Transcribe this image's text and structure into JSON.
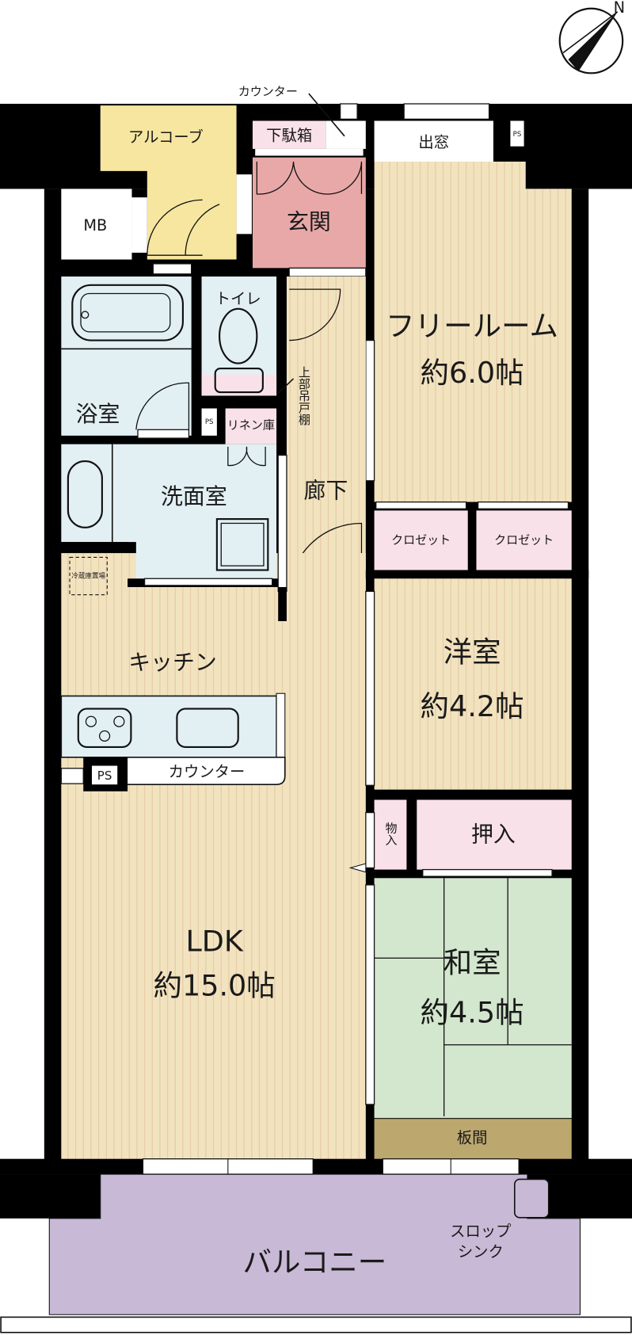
{
  "compass": {
    "label": "N"
  },
  "labels": {
    "entrance_counter": "カウンター",
    "shoe_box": "下駄箱",
    "bay_window": "出窓",
    "ps_top": "PS",
    "alcove": "アルコーブ",
    "mb": "MB",
    "entrance": "玄関",
    "toilet": "トイレ",
    "free_room": "フリールーム",
    "free_room_size": "約6.0帖",
    "upper_cabinet": "上部吊戸棚",
    "bath": "浴室",
    "ps_bath": "PS",
    "linen": "リネン庫",
    "washroom": "洗面室",
    "corridor": "廊下",
    "closet_1": "クロゼット",
    "closet_2": "クロゼット",
    "fridge_space": "冷蔵庫置場",
    "kitchen": "キッチン",
    "western_room": "洋室",
    "western_room_size": "約4.2帖",
    "ps_kitchen": "PS",
    "kitchen_counter": "カウンター",
    "storage": "物入",
    "oshiire": "押入",
    "ldk": "LDK",
    "ldk_size": "約15.0帖",
    "japanese_room": "和室",
    "japanese_room_size": "約4.5帖",
    "wood_floor": "板間",
    "balcony": "バルコニー",
    "slop_sink_1": "スロップ",
    "slop_sink_2": "シンク"
  },
  "colors": {
    "wall": "#000000",
    "wood": "#F2E3BF",
    "wood_stripe": "#E6C7A4",
    "wet_area": "#E2F0F4",
    "storage": "#F9E1EA",
    "alcove": "#F6E6A0",
    "entrance": "#E8A8A8",
    "tatami": "#D3E6CE",
    "itama": "#BCA76F",
    "balcony": "#C8B9D6"
  }
}
